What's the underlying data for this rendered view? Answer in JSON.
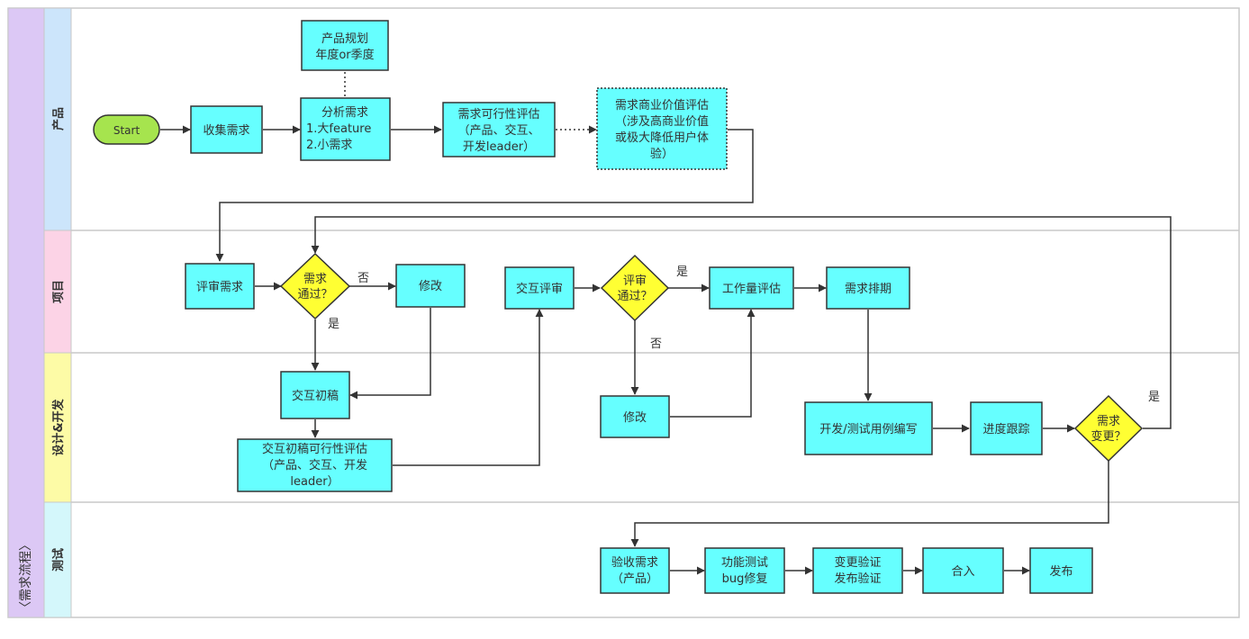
{
  "diagram": {
    "title": "〈需求流程〉",
    "lanes": [
      {
        "id": "product",
        "label": "产品",
        "color": "#cce5fb"
      },
      {
        "id": "project",
        "label": "项目",
        "color": "#fcd3e6"
      },
      {
        "id": "design_dev",
        "label": "设计&开发",
        "color": "#fdfba6"
      },
      {
        "id": "test",
        "label": "测试",
        "color": "#d4f7fb"
      }
    ],
    "nodes": [
      {
        "id": "start",
        "type": "terminal",
        "lines": [
          "Start"
        ]
      },
      {
        "id": "collect",
        "type": "process",
        "lines": [
          "收集需求"
        ]
      },
      {
        "id": "plan",
        "type": "process",
        "lines": [
          "产品规划",
          "年度or季度"
        ]
      },
      {
        "id": "analyze",
        "type": "process",
        "lines": [
          "分析需求",
          "1.大feature",
          "2.小需求"
        ]
      },
      {
        "id": "feasibility",
        "type": "process",
        "lines": [
          "需求可行性评估",
          "（产品、交互、",
          "开发leader）"
        ]
      },
      {
        "id": "bizvalue",
        "type": "process-dotted",
        "lines": [
          "需求商业价值评估",
          "（涉及高商业价值",
          "或极大降低用户体",
          "验）"
        ]
      },
      {
        "id": "review",
        "type": "process",
        "lines": [
          "评审需求"
        ]
      },
      {
        "id": "d_pass1",
        "type": "decision",
        "lines": [
          "需求",
          "通过？"
        ]
      },
      {
        "id": "modify1",
        "type": "process",
        "lines": [
          "修改"
        ]
      },
      {
        "id": "draft",
        "type": "process",
        "lines": [
          "交互初稿"
        ]
      },
      {
        "id": "draft_feas",
        "type": "process",
        "lines": [
          "交互初稿可行性评估",
          "（产品、交互、开发",
          "leader）"
        ]
      },
      {
        "id": "ix_review",
        "type": "process",
        "lines": [
          "交互评审"
        ]
      },
      {
        "id": "d_pass2",
        "type": "decision",
        "lines": [
          "评审",
          "通过？"
        ]
      },
      {
        "id": "modify2",
        "type": "process",
        "lines": [
          "修改"
        ]
      },
      {
        "id": "workload",
        "type": "process",
        "lines": [
          "工作量评估"
        ]
      },
      {
        "id": "schedule",
        "type": "process",
        "lines": [
          "需求排期"
        ]
      },
      {
        "id": "devtest",
        "type": "process",
        "lines": [
          "开发/测试用例编写"
        ]
      },
      {
        "id": "track",
        "type": "process",
        "lines": [
          "进度跟踪"
        ]
      },
      {
        "id": "d_change",
        "type": "decision",
        "lines": [
          "需求",
          "变更？"
        ]
      },
      {
        "id": "accept",
        "type": "process",
        "lines": [
          "验收需求",
          "（产品）"
        ]
      },
      {
        "id": "functest",
        "type": "process",
        "lines": [
          "功能测试",
          "bug修复"
        ]
      },
      {
        "id": "verify",
        "type": "process",
        "lines": [
          "变更验证",
          "发布验证"
        ]
      },
      {
        "id": "merge",
        "type": "process",
        "lines": [
          "合入"
        ]
      },
      {
        "id": "release",
        "type": "process",
        "lines": [
          "发布"
        ]
      }
    ],
    "edge_labels": {
      "pass1_no": "否",
      "pass1_yes": "是",
      "pass2_yes": "是",
      "pass2_no": "否",
      "change_yes": "是"
    },
    "colors": {
      "process": "#66ffff",
      "terminal": "#a6e44e",
      "decision": "#ffff33",
      "stroke": "#333333",
      "title_band": "#dcc8f5",
      "border": "#c8c8c8"
    }
  }
}
